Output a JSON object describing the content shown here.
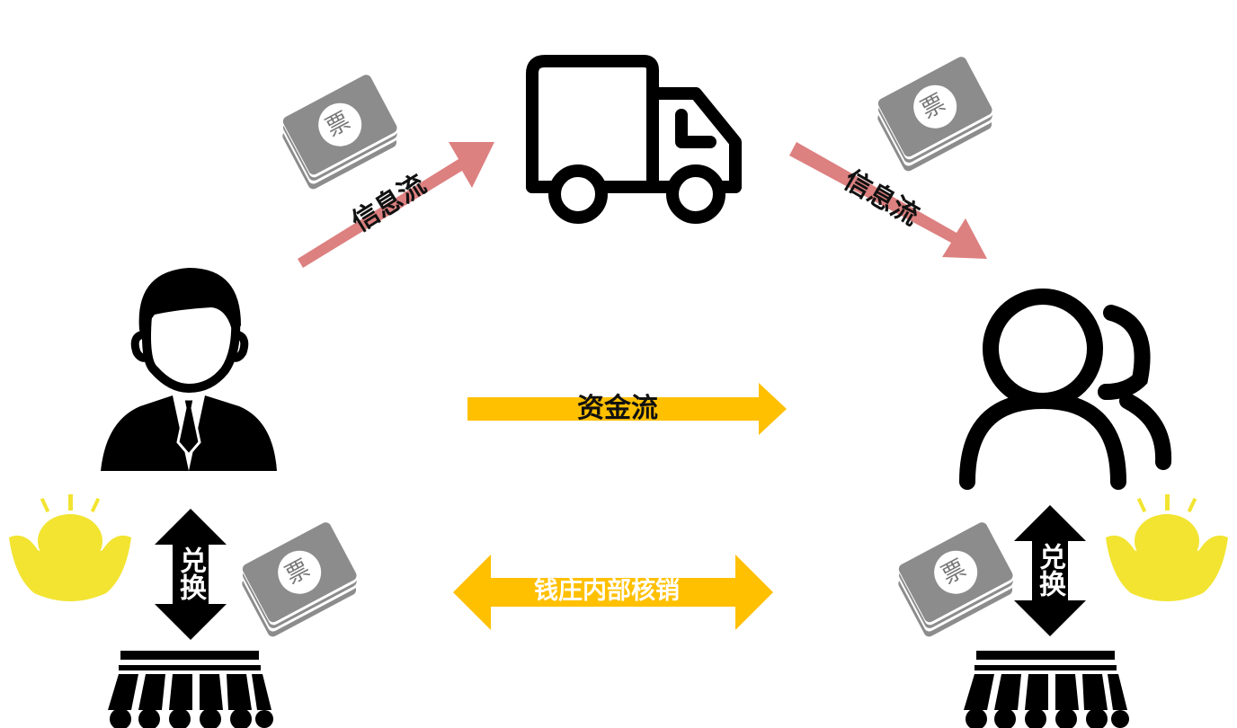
{
  "colors": {
    "info_arrow": "#dd8080",
    "fund_arrow": "#ffc000",
    "icon_black": "#000000",
    "bill_gray": "#8c8c8c",
    "ingot_yellow": "#f2e431"
  },
  "icons": {
    "truck": "truck-icon",
    "merchant": "businessman-icon",
    "customers": "user-group-icon",
    "bank": "bank-shop-awning-icon",
    "ingot": "gold-ingot-icon",
    "bill": "bill-stack-icon"
  },
  "labels": {
    "info_flow_left": "信息流",
    "info_flow_right": "信息流",
    "fund_flow": "资金流",
    "internal_writeoff": "钱庄内部核销",
    "exchange_left": "兑换",
    "exchange_right": "兑换",
    "bill_char": "票"
  }
}
